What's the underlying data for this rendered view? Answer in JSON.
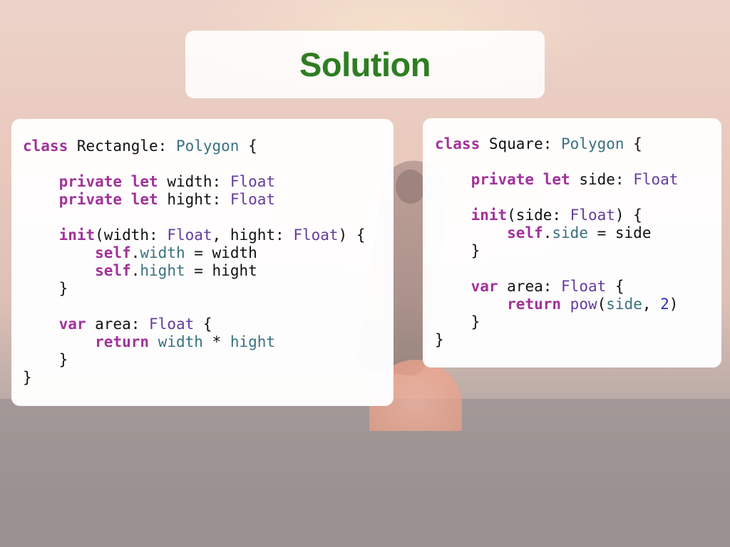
{
  "slide": {
    "title": "Solution"
  },
  "rectangle_code": {
    "lines": [
      [
        {
          "t": "class",
          "c": "kw"
        },
        {
          "t": " Rectangle: ",
          "c": "op"
        },
        {
          "t": "Polygon",
          "c": "pt"
        },
        {
          "t": " {",
          "c": "op"
        }
      ],
      [],
      [
        {
          "t": "    ",
          "c": "op"
        },
        {
          "t": "private",
          "c": "kw"
        },
        {
          "t": " ",
          "c": "op"
        },
        {
          "t": "let",
          "c": "kw"
        },
        {
          "t": " width: ",
          "c": "op"
        },
        {
          "t": "Float",
          "c": "ty"
        }
      ],
      [
        {
          "t": "    ",
          "c": "op"
        },
        {
          "t": "private",
          "c": "kw"
        },
        {
          "t": " ",
          "c": "op"
        },
        {
          "t": "let",
          "c": "kw"
        },
        {
          "t": " hight: ",
          "c": "op"
        },
        {
          "t": "Float",
          "c": "ty"
        }
      ],
      [],
      [
        {
          "t": "    ",
          "c": "op"
        },
        {
          "t": "init",
          "c": "kw"
        },
        {
          "t": "(width: ",
          "c": "op"
        },
        {
          "t": "Float",
          "c": "ty"
        },
        {
          "t": ", hight: ",
          "c": "op"
        },
        {
          "t": "Float",
          "c": "ty"
        },
        {
          "t": ") {",
          "c": "op"
        }
      ],
      [
        {
          "t": "        ",
          "c": "op"
        },
        {
          "t": "self",
          "c": "kw"
        },
        {
          "t": ".",
          "c": "op"
        },
        {
          "t": "width",
          "c": "pt"
        },
        {
          "t": " = width",
          "c": "op"
        }
      ],
      [
        {
          "t": "        ",
          "c": "op"
        },
        {
          "t": "self",
          "c": "kw"
        },
        {
          "t": ".",
          "c": "op"
        },
        {
          "t": "hight",
          "c": "pt"
        },
        {
          "t": " = hight",
          "c": "op"
        }
      ],
      [
        {
          "t": "    }",
          "c": "op"
        }
      ],
      [],
      [
        {
          "t": "    ",
          "c": "op"
        },
        {
          "t": "var",
          "c": "kw"
        },
        {
          "t": " area: ",
          "c": "op"
        },
        {
          "t": "Float",
          "c": "ty"
        },
        {
          "t": " {",
          "c": "op"
        }
      ],
      [
        {
          "t": "        ",
          "c": "op"
        },
        {
          "t": "return",
          "c": "kw"
        },
        {
          "t": " ",
          "c": "op"
        },
        {
          "t": "width",
          "c": "pt"
        },
        {
          "t": " * ",
          "c": "op"
        },
        {
          "t": "hight",
          "c": "pt"
        }
      ],
      [
        {
          "t": "    }",
          "c": "op"
        }
      ],
      [
        {
          "t": "}",
          "c": "op"
        }
      ]
    ]
  },
  "square_code": {
    "lines": [
      [
        {
          "t": "class",
          "c": "kw"
        },
        {
          "t": " Square: ",
          "c": "op"
        },
        {
          "t": "Polygon",
          "c": "pt"
        },
        {
          "t": " {",
          "c": "op"
        }
      ],
      [],
      [
        {
          "t": "    ",
          "c": "op"
        },
        {
          "t": "private",
          "c": "kw"
        },
        {
          "t": " ",
          "c": "op"
        },
        {
          "t": "let",
          "c": "kw"
        },
        {
          "t": " side: ",
          "c": "op"
        },
        {
          "t": "Float",
          "c": "ty"
        }
      ],
      [],
      [
        {
          "t": "    ",
          "c": "op"
        },
        {
          "t": "init",
          "c": "kw"
        },
        {
          "t": "(side: ",
          "c": "op"
        },
        {
          "t": "Float",
          "c": "ty"
        },
        {
          "t": ") {",
          "c": "op"
        }
      ],
      [
        {
          "t": "        ",
          "c": "op"
        },
        {
          "t": "self",
          "c": "kw"
        },
        {
          "t": ".",
          "c": "op"
        },
        {
          "t": "side",
          "c": "pt"
        },
        {
          "t": " = side",
          "c": "op"
        }
      ],
      [
        {
          "t": "    }",
          "c": "op"
        }
      ],
      [],
      [
        {
          "t": "    ",
          "c": "op"
        },
        {
          "t": "var",
          "c": "kw"
        },
        {
          "t": " area: ",
          "c": "op"
        },
        {
          "t": "Float",
          "c": "ty"
        },
        {
          "t": " {",
          "c": "op"
        }
      ],
      [
        {
          "t": "        ",
          "c": "op"
        },
        {
          "t": "return",
          "c": "kw"
        },
        {
          "t": " ",
          "c": "op"
        },
        {
          "t": "pow",
          "c": "ty"
        },
        {
          "t": "(",
          "c": "op"
        },
        {
          "t": "side",
          "c": "pt"
        },
        {
          "t": ", ",
          "c": "op"
        },
        {
          "t": "2",
          "c": "nm"
        },
        {
          "t": ")",
          "c": "op"
        }
      ],
      [
        {
          "t": "    }",
          "c": "op"
        }
      ],
      [
        {
          "t": "}",
          "c": "op"
        }
      ]
    ]
  },
  "colors": {
    "title": "#2f7d23",
    "keyword": "#a1329a",
    "type": "#653c9e",
    "property": "#3a7180",
    "number": "#2f2fb8",
    "plain": "#111111"
  }
}
